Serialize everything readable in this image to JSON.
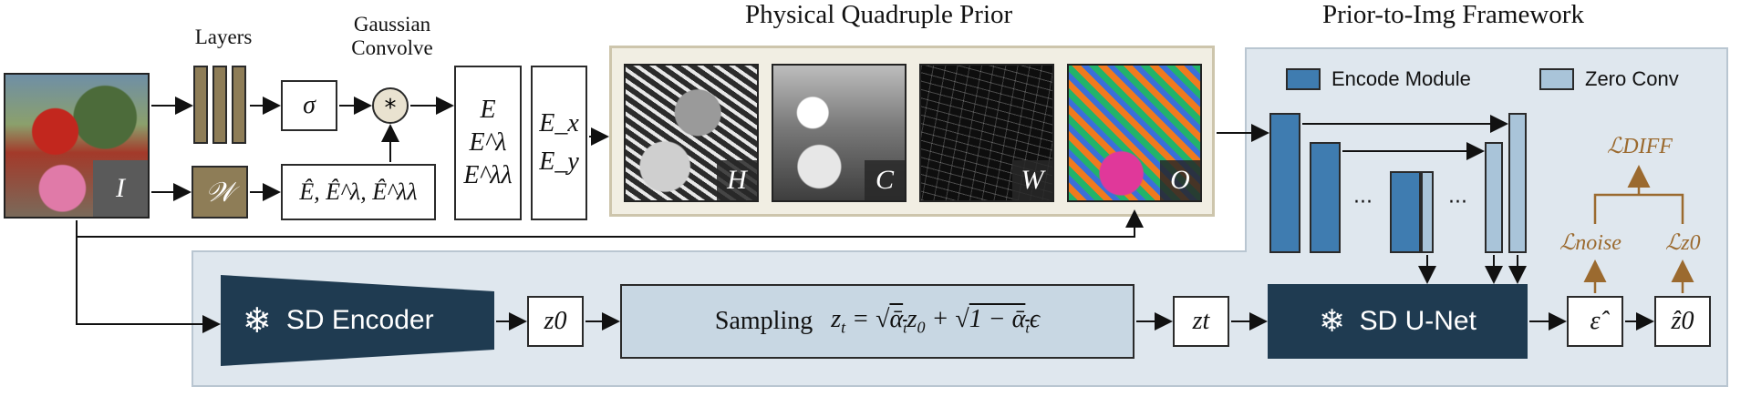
{
  "titles": {
    "quadruple_prior": "Physical Quadruple Prior",
    "prior_to_img": "Prior-to-Img  Framework"
  },
  "labels": {
    "layers": "Layers",
    "gaussian": "Gaussian\nConvolve"
  },
  "input_image": {
    "tag": "I"
  },
  "nodes": {
    "sigma": "σ",
    "convolve_op": "*",
    "w": "𝒲",
    "e_hat": "Ê, Ê^λ, Ê^λλ",
    "e_stack": [
      "E",
      "E^λ",
      "E^λλ"
    ],
    "exy": [
      "E_x",
      "E_y"
    ]
  },
  "prior_tiles": [
    {
      "tag": "H",
      "name": "prior-h"
    },
    {
      "tag": "C",
      "name": "prior-c"
    },
    {
      "tag": "W",
      "name": "prior-w"
    },
    {
      "tag": "O",
      "name": "prior-o"
    }
  ],
  "legend": {
    "encode": {
      "label": "Encode Module",
      "color": "#3f7cb0"
    },
    "zero": {
      "label": "Zero Conv",
      "color": "#a9c4d9"
    }
  },
  "bottom": {
    "sd_encoder": "SD Encoder",
    "z0": "z0",
    "sampling_label": "Sampling",
    "zt": "zt",
    "sd_unet": "SD U-Net",
    "eps_hat": "ε̂",
    "z0_hat": "ẑ0"
  },
  "losses": {
    "diff": "ℒDIFF",
    "noise": "ℒnoise",
    "z0": "ℒz0"
  },
  "ellipsis": "···",
  "colors": {
    "dark_navy": "#1f3b51",
    "panel": "#dfe7ee",
    "brown_bar": "#8e7d57",
    "loss_brown": "#9b6a2f"
  }
}
